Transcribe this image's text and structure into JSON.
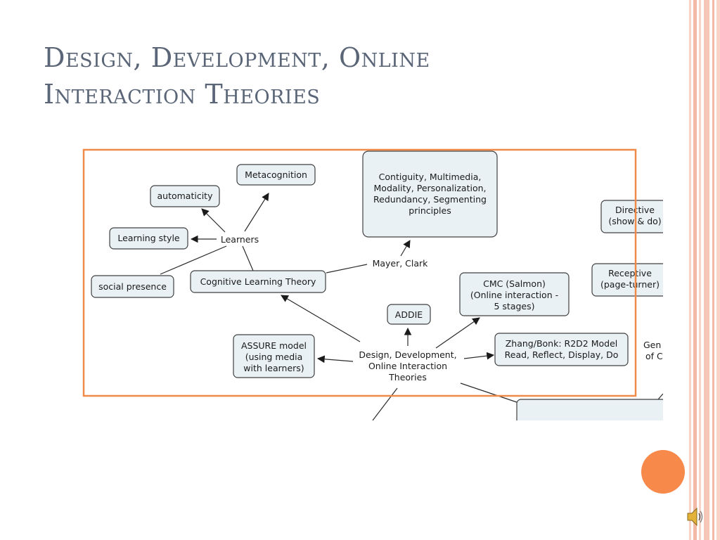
{
  "slide": {
    "title_line1": "Design, Development, Online",
    "title_line2": "Interaction Theories"
  },
  "colors": {
    "title": "#5a6677",
    "frame_orange": "#f08a48",
    "node_fill": "#e9f1f4",
    "accent_circle": "#f7894a",
    "stripe_pink": "#f5c4b3"
  },
  "icons": [
    "speaker-icon"
  ],
  "diagram": {
    "nodes": {
      "metacognition": "Metacognition",
      "automaticity": "automaticity",
      "learning_style": "Learning style",
      "learners": "Learners",
      "social_presence": "social presence",
      "cognitive_learning_theory": "Cognitive Learning Theory",
      "principles": [
        "Contiguity, Multimedia,",
        "Modality, Personalization,",
        "Redundancy, Segmenting",
        "principles"
      ],
      "mayer_clark": "Mayer, Clark",
      "addie": "ADDIE",
      "cmc": [
        "CMC (Salmon)",
        "(Online interaction -",
        "5 stages)"
      ],
      "assure": [
        "ASSURE model",
        "(using media",
        "with learners)"
      ],
      "center": [
        "Design, Development,",
        "Online Interaction",
        "Theories"
      ],
      "zhang_bonk": [
        "Zhang/Bonk: R2D2 Model",
        "Read, Reflect, Display, Do"
      ],
      "directive": [
        "Directive",
        "(show & do)"
      ],
      "receptive": [
        "Receptive",
        "(page-turner)"
      ],
      "gen": [
        "Gen",
        "of C"
      ]
    }
  }
}
